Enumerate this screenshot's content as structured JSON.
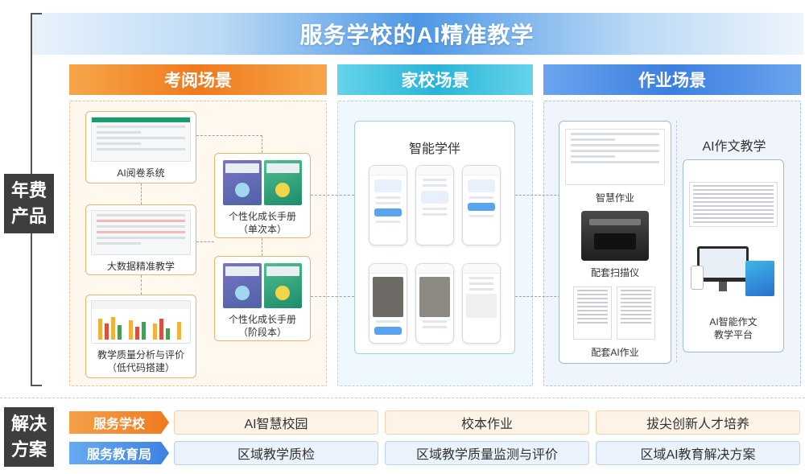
{
  "title": "服务学校的AI精准教学",
  "side_labels": {
    "top": [
      "年费",
      "产品"
    ],
    "bottom": [
      "解决",
      "方案"
    ]
  },
  "scenes": {
    "exam": {
      "header": "考阅场景",
      "items": [
        "AI阅卷系统",
        "大数据精准教学",
        "教学质量分析与评价",
        "（低代码搭建）"
      ],
      "books": [
        [
          "个性化成长手册",
          "（单次本）"
        ],
        [
          "个性化成长手册",
          "（阶段本）"
        ]
      ]
    },
    "home": {
      "header": "家校场景",
      "product": "智能学伴"
    },
    "homework": {
      "header": "作业场景",
      "items": [
        "智慧作业",
        "配套扫描仪",
        "配套AI作业"
      ],
      "essay": {
        "title": "AI作文教学",
        "platform": [
          "AI智能作文",
          "教学平台"
        ]
      }
    }
  },
  "solutions": {
    "school": {
      "tag": "服务学校",
      "items": [
        "AI智慧校园",
        "校本作业",
        "拔尖创新人才培养"
      ]
    },
    "bureau": {
      "tag": "服务教育局",
      "items": [
        "区域教学质检",
        "区域教学质量监测与评价",
        "区域AI教育解决方案"
      ]
    }
  },
  "colors": {
    "orange": "#f07a1e",
    "cyan": "#28b5d8",
    "blue": "#3b7fe0",
    "dark": "#3e3e3e"
  }
}
